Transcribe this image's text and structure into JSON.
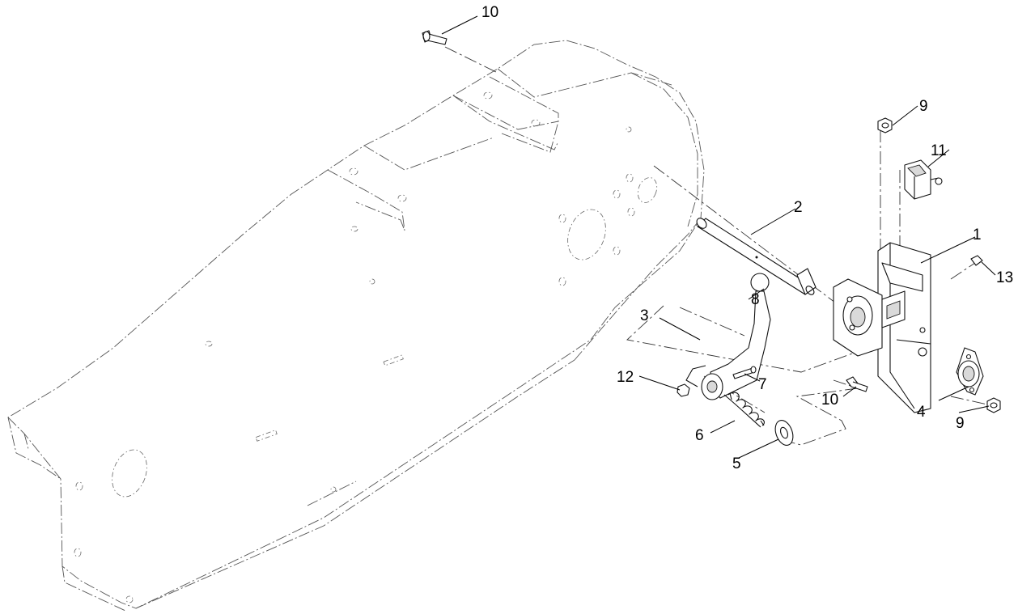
{
  "callouts": [
    {
      "id": "c1",
      "label": "1",
      "part": "pivot-bracket"
    },
    {
      "id": "c2",
      "label": "2",
      "part": "shaft"
    },
    {
      "id": "c3",
      "label": "3",
      "part": "control-lever"
    },
    {
      "id": "c4",
      "label": "4",
      "part": "flange-bearing"
    },
    {
      "id": "c5",
      "label": "5",
      "part": "washer"
    },
    {
      "id": "c6",
      "label": "6",
      "part": "spring"
    },
    {
      "id": "c7",
      "label": "7",
      "part": "bolt"
    },
    {
      "id": "c8",
      "label": "8",
      "part": "knob"
    },
    {
      "id": "c9a",
      "label": "9",
      "part": "nut-upper"
    },
    {
      "id": "c9b",
      "label": "9",
      "part": "nut-lower"
    },
    {
      "id": "c10a",
      "label": "10",
      "part": "bolt-upper"
    },
    {
      "id": "c10b",
      "label": "10",
      "part": "bolt-lower"
    },
    {
      "id": "c11",
      "label": "11",
      "part": "switch"
    },
    {
      "id": "c12",
      "label": "12",
      "part": "nut-lever"
    },
    {
      "id": "c13",
      "label": "13",
      "part": "screw"
    }
  ]
}
